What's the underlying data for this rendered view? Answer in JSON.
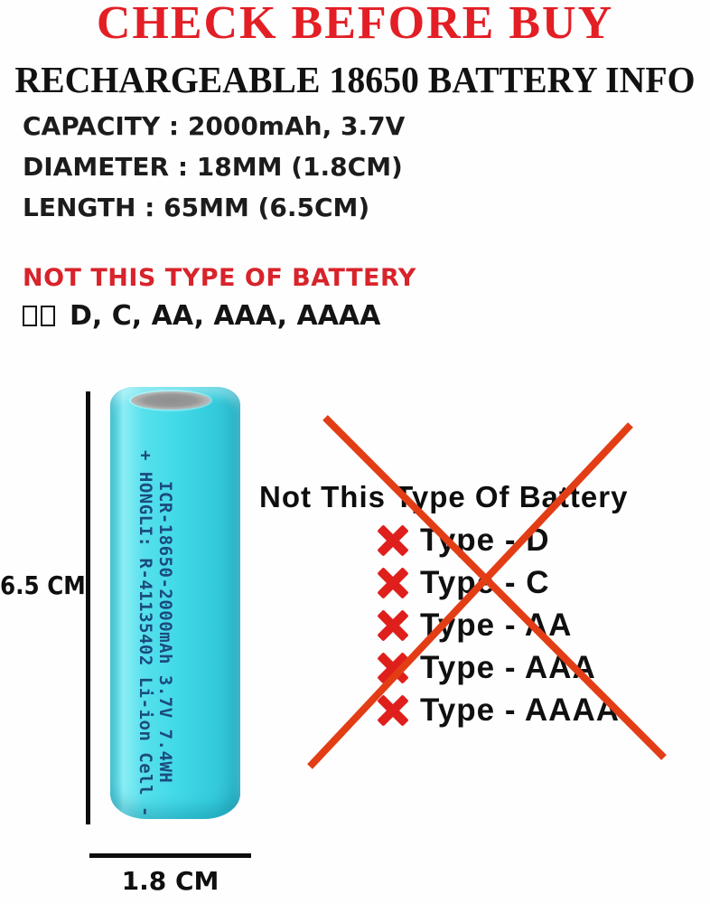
{
  "header": {
    "title": "CHECK BEFORE BUY",
    "title_color": "#e31e25",
    "subtitle": "RECHARGEABLE 18650 BATTERY INFO"
  },
  "specs": [
    {
      "text": "CAPACITY : 2000mAh, 3.7V"
    },
    {
      "text": "DIAMETER : 18MM (1.8CM)"
    },
    {
      "text": "LENGTH : 65MM (6.5CM)"
    }
  ],
  "warning": {
    "heading": "NOT THIS TYPE OF BATTERY",
    "heading_color": "#d8232b",
    "excluded_sizes": "D, C, AA, AAA, AAAA"
  },
  "battery": {
    "print_line_right": "ICR-18650-2000mAh 3.7V 7.4WH",
    "print_line_left": "+ HONGLI: R-41135402 Li-ion Cell -",
    "print_color": "#1b4b7e",
    "body_color": "#3fd8e6",
    "cap_color": "#9e9e9e",
    "length_label": "6.5 CM",
    "diameter_label": "1.8 CM"
  },
  "not_this_type": {
    "heading": "Not This Type Of Battery",
    "cross_icon_color": "#df1f1c",
    "big_cross_color": "#e33d16",
    "items": [
      {
        "icon": "red-cross-icon",
        "label": "Type - D"
      },
      {
        "icon": "red-cross-icon",
        "label": "Type - C"
      },
      {
        "icon": "red-cross-icon",
        "label": "Type - AA"
      },
      {
        "icon": "red-cross-icon",
        "label": "Type - AAA"
      },
      {
        "icon": "red-cross-icon",
        "label": "Type - AAAA"
      }
    ]
  }
}
